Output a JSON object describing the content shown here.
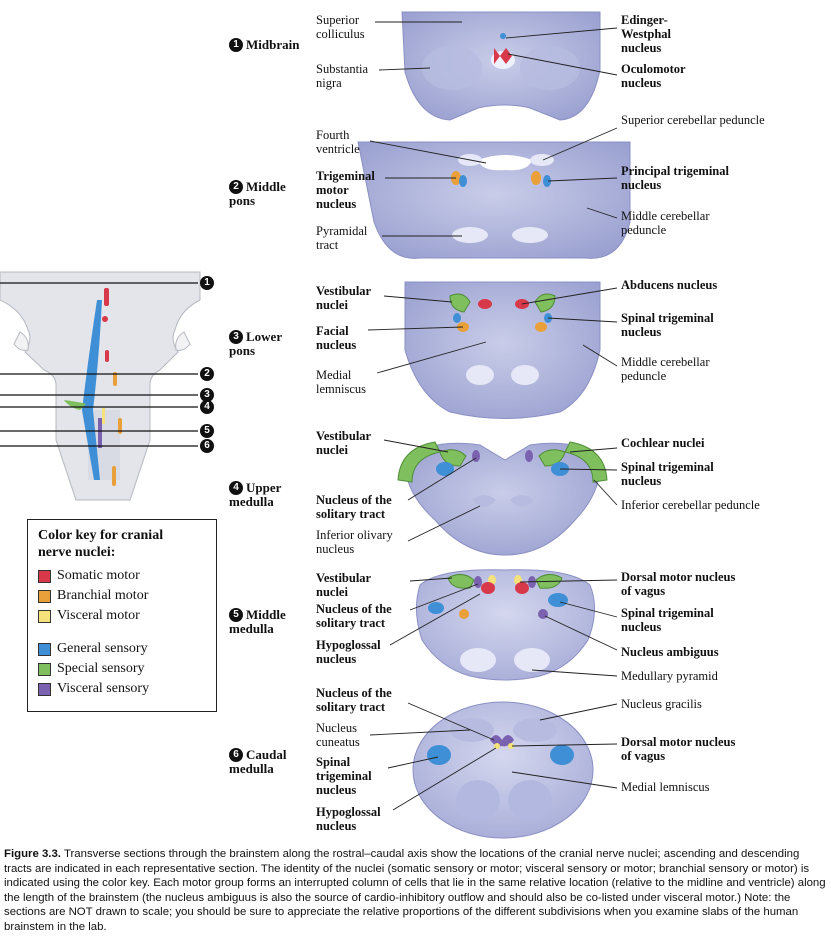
{
  "sections": [
    {
      "num": "1",
      "title": "Midbrain",
      "labels_left": [
        "Superior colliculus",
        "Substantia nigra"
      ],
      "labels_right": [
        "Edinger-Westphal nucleus",
        "Oculomotor nucleus"
      ]
    },
    {
      "num": "2",
      "title": "Middle pons",
      "labels_left": [
        "Fourth ventricle",
        "Trigeminal motor nucleus",
        "Pyramidal tract"
      ],
      "labels_right": [
        "Superior cerebellar peduncle",
        "Principal trigeminal nucleus",
        "Middle cerebellar peduncle"
      ]
    },
    {
      "num": "3",
      "title": "Lower pons",
      "labels_left": [
        "Vestibular nuclei",
        "Facial nucleus",
        "Medial lemniscus"
      ],
      "labels_right": [
        "Abducens nucleus",
        "Spinal trigeminal nucleus",
        "Middle cerebellar peduncle"
      ]
    },
    {
      "num": "4",
      "title": "Upper medulla",
      "labels_left": [
        "Vestibular nuclei",
        "Nucleus of the solitary tract",
        "Inferior olivary nucleus"
      ],
      "labels_right": [
        "Cochlear nuclei",
        "Spinal trigeminal nucleus",
        "Inferior cerebellar peduncle"
      ]
    },
    {
      "num": "5",
      "title": "Middle medulla",
      "labels_left": [
        "Vestibular nuclei",
        "Nucleus of the solitary tract",
        "Hypoglossal nucleus"
      ],
      "labels_right": [
        "Dorsal motor nucleus of vagus",
        "Spinal trigeminal nucleus",
        "Nucleus ambiguus",
        "Medullary pyramid"
      ]
    },
    {
      "num": "6",
      "title": "Caudal medulla",
      "labels_left": [
        "Nucleus of the solitary tract",
        "Nucleus cuneatus",
        "Spinal trigeminal nucleus",
        "Hypoglossal nucleus"
      ],
      "labels_right": [
        "Nucleus gracilis",
        "Dorsal motor nucleus of vagus",
        "Medial lemniscus"
      ]
    }
  ],
  "key": {
    "title_line1": "Color key for cranial",
    "title_line2": "nerve nuclei:",
    "items": [
      {
        "label": "Somatic motor",
        "color": "#d8394a"
      },
      {
        "label": "Branchial motor",
        "color": "#e9a03a"
      },
      {
        "label": "Visceral motor",
        "color": "#f5e27a"
      },
      {
        "label": "General sensory",
        "color": "#3f8fd6"
      },
      {
        "label": "Special sensory",
        "color": "#7fbf5e"
      },
      {
        "label": "Visceral sensory",
        "color": "#7b62b0"
      }
    ]
  },
  "caption": {
    "figure_label": "Figure 3.3.",
    "text": " Transverse sections through the brainstem along the rostral–caudal axis show the locations of the cranial nerve nuclei; ascending and descending tracts are indicated in each representative section. The identity of the nuclei (somatic sensory or motor; visceral sensory or motor; branchial sensory or motor) is indicated using the color key. Each motor group forms an interrupted column of cells that lie in the same relative location (relative to the midline and ventricle) along the length of the brainstem (the nucleus ambiguus is also the source of cardio-inhibitory outflow and should also be co-listed under visceral motor.) Note: the sections are NOT drawn to scale; you should be sure to appreciate the relative proportions of the different subdivisions when you examine slabs of the human brainstem in the lab."
  }
}
